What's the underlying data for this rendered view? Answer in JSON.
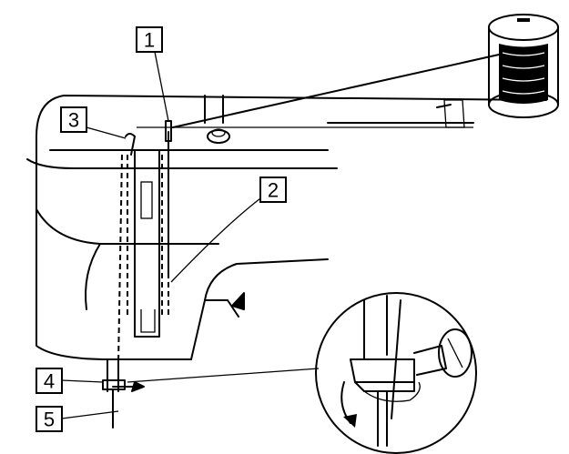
{
  "callouts": [
    {
      "label": "1"
    },
    {
      "label": "2"
    },
    {
      "label": "3"
    },
    {
      "label": "4"
    },
    {
      "label": "5"
    }
  ],
  "colors": {
    "ink": "#000000",
    "paper": "#ffffff"
  }
}
